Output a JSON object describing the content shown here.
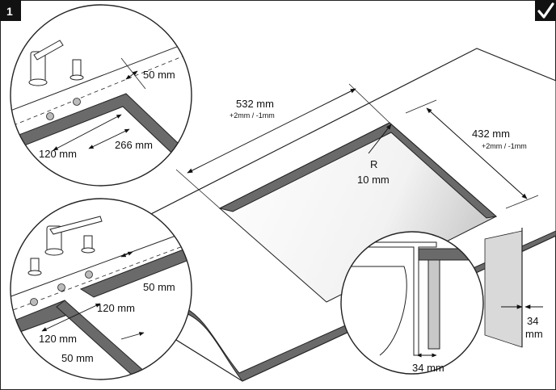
{
  "header": {
    "step_number": "1",
    "check_icon": "check-mark-icon"
  },
  "dimensions": {
    "cutout_length": {
      "value": "532 mm",
      "tolerance": "+2mm / -1mm"
    },
    "cutout_width": {
      "value": "432 mm",
      "tolerance": "+2mm / -1mm"
    },
    "corner_radius": {
      "symbol": "R",
      "value": "10 mm"
    },
    "top_detail": {
      "edge_distance": "50 mm",
      "hole_spacing": "120 mm",
      "hole_offset": "266 mm"
    },
    "bottom_detail": {
      "edge_distance": "50 mm",
      "hole_spacing": "120 mm",
      "hole_offset": "120 mm",
      "rim_width": "50 mm"
    },
    "section_detail": {
      "thickness_bottom": "34 mm",
      "thickness_side_value": "34",
      "thickness_side_unit": "mm"
    }
  },
  "colors": {
    "outline": "#222222",
    "rim": "#6a6a6a",
    "panel": "#d9d9d9",
    "tag_bg": "#111111"
  },
  "icons": [
    "faucet-icon",
    "drill-hole-icon",
    "magnifier-circle",
    "check-mark-icon"
  ]
}
